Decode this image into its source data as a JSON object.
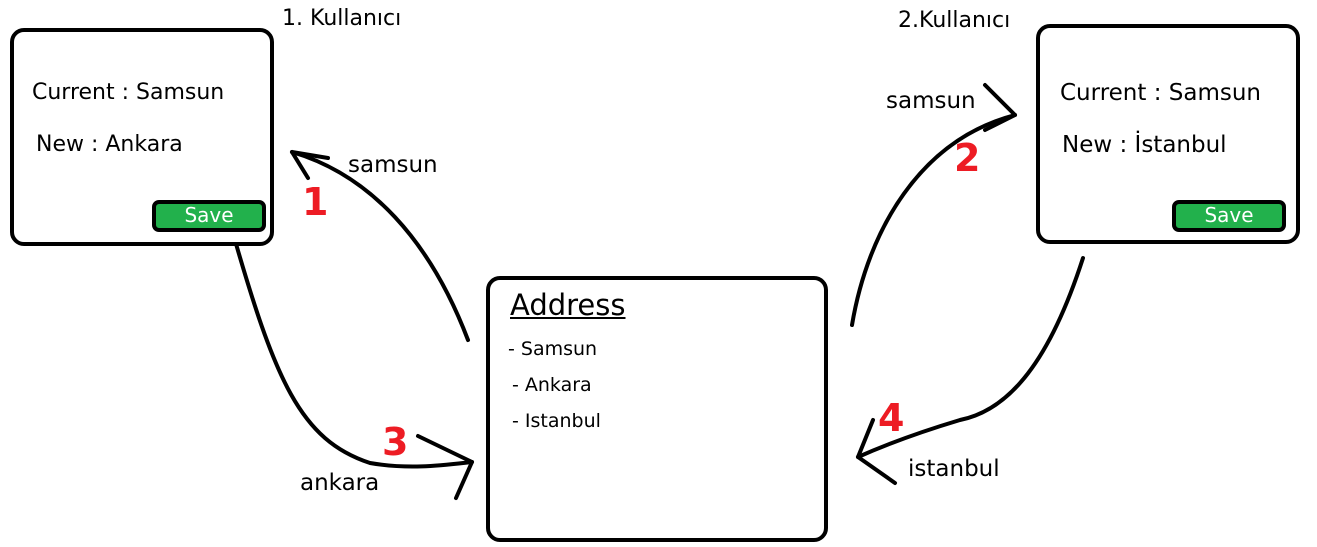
{
  "user1": {
    "title": "1. Kullanıcı",
    "current": "Current : Samsun",
    "new": "New : Ankara",
    "save_label": "Save"
  },
  "user2": {
    "title": "2.Kullanıcı",
    "current": "Current : Samsun",
    "new": "New : İstanbul",
    "save_label": "Save"
  },
  "address": {
    "title": "Address",
    "items": [
      {
        "label": "- Samsun",
        "status": "crossed"
      },
      {
        "label": "- Ankara",
        "status": "crossed"
      },
      {
        "label": "- Istanbul",
        "status": "highlighted"
      }
    ]
  },
  "arrows": {
    "a1_label": "samsun",
    "a2_label": "samsun",
    "a3_label": "ankara",
    "a4_label": "istanbul"
  },
  "steps": [
    "1",
    "2",
    "3",
    "4"
  ],
  "colors": {
    "save_green": "#22b14c",
    "step_red": "#ed1c24",
    "outline": "#000000"
  }
}
